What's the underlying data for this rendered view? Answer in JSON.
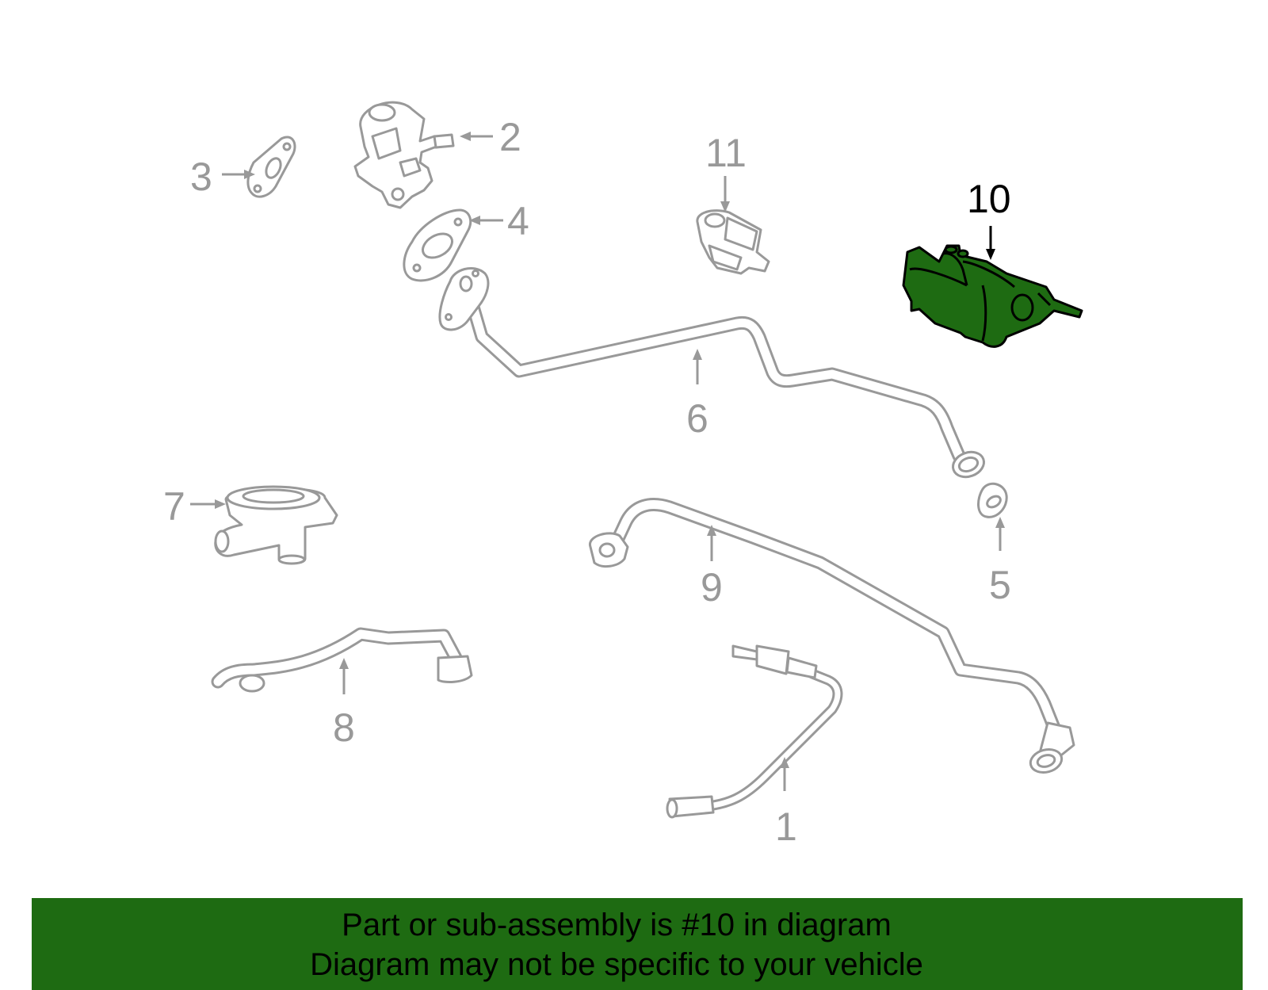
{
  "diagram": {
    "callouts": {
      "c1": "1",
      "c2": "2",
      "c3": "3",
      "c4": "4",
      "c5": "5",
      "c6": "6",
      "c7": "7",
      "c8": "8",
      "c9": "9",
      "c10": "10",
      "c11": "11"
    },
    "highlighted_part": "10",
    "colors": {
      "highlight": "#1e6b12",
      "part_outline": "#999999",
      "highlight_outline": "#000000"
    }
  },
  "footer": {
    "line1": "Part or sub-assembly is #10 in diagram",
    "line2": "Diagram may not be specific to your vehicle"
  }
}
